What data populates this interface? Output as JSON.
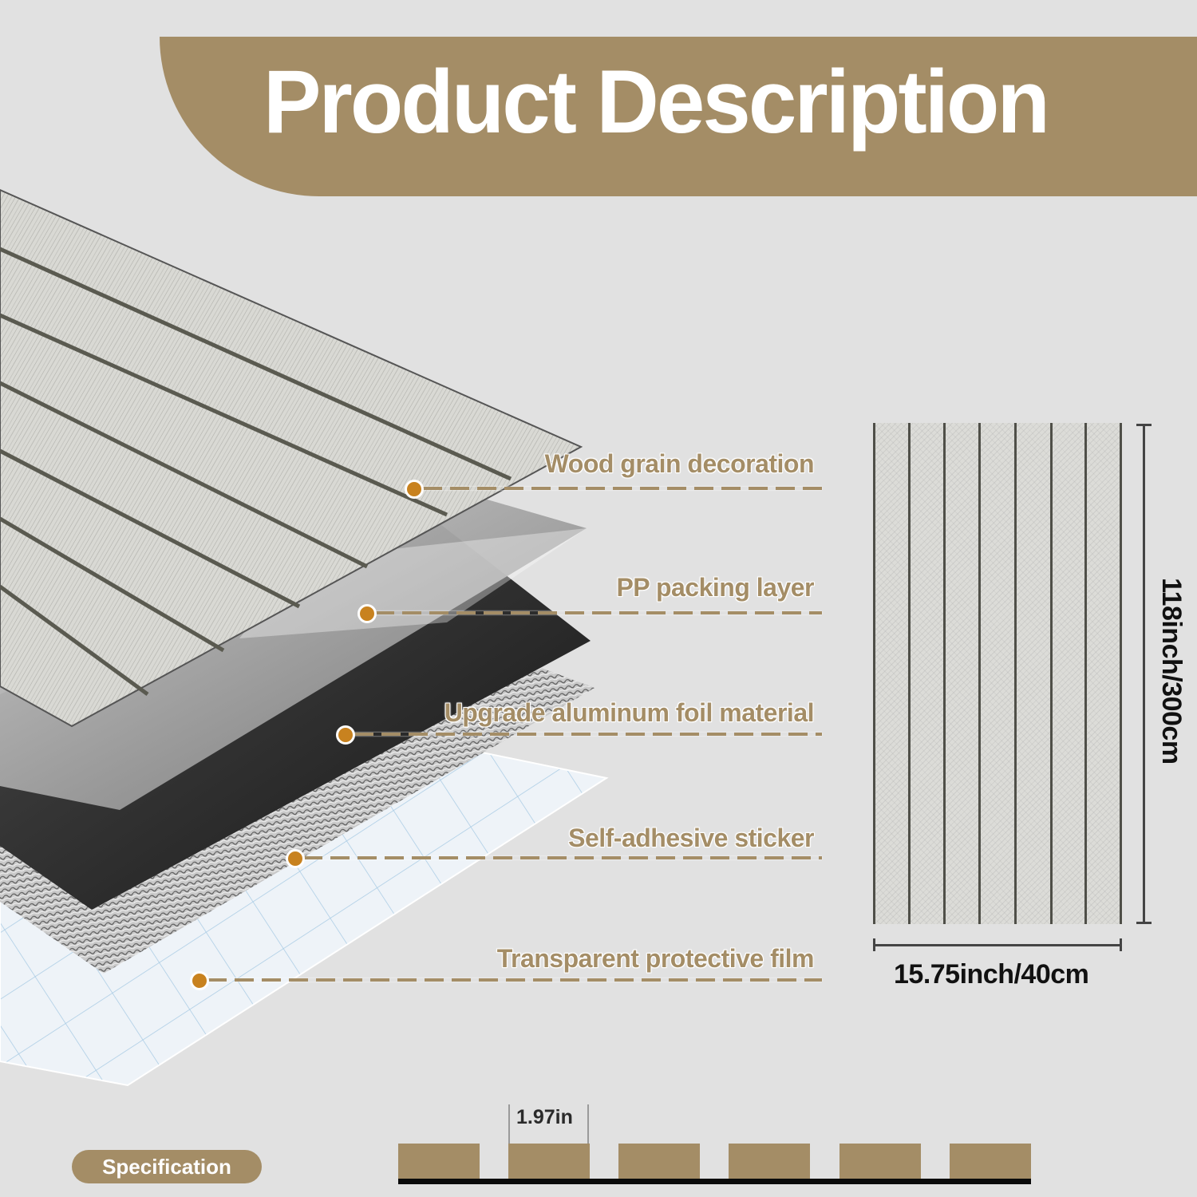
{
  "header": {
    "title": "Product Description"
  },
  "layers": [
    {
      "label": "Wood grain decoration",
      "material": "wood-grain"
    },
    {
      "label": "PP packing layer",
      "material": "pp-film"
    },
    {
      "label": "Upgrade aluminum foil material",
      "material": "aluminum-foil"
    },
    {
      "label": "Self-adhesive sticker",
      "material": "adhesive"
    },
    {
      "label": "Transparent protective film",
      "material": "protective-film"
    }
  ],
  "dimensions": {
    "height_label": "118inch/300cm",
    "width_label": "15.75inch/40cm"
  },
  "specification": {
    "badge_label": "Specification",
    "slat_width_label": "1.97in",
    "slat_count": 6
  },
  "colors": {
    "accent": "#a48d66",
    "dot": "#c8821f",
    "background": "#e1e1e1",
    "dimension_text": "#111111"
  }
}
